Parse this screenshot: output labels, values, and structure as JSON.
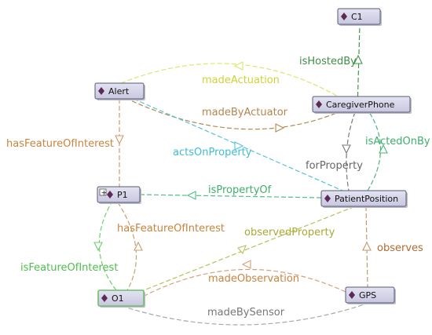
{
  "graph": {
    "nodes": [
      {
        "id": "C1",
        "label": "C1"
      },
      {
        "id": "Alert",
        "label": "Alert"
      },
      {
        "id": "CaregiverPhone",
        "label": "CaregiverPhone"
      },
      {
        "id": "P1",
        "label": "P1",
        "expander": "+"
      },
      {
        "id": "PatientPosition",
        "label": "PatientPosition"
      },
      {
        "id": "O1",
        "label": "O1",
        "selected": true
      },
      {
        "id": "GPS",
        "label": "GPS"
      }
    ],
    "edges": [
      {
        "id": "isHostedBy",
        "label": "isHostedBy",
        "color": "#3e9a4a",
        "label_color": "#3f8f47"
      },
      {
        "id": "madeActuation",
        "label": "madeActuation",
        "color": "#d9e86a",
        "label_color": "#cfd23a"
      },
      {
        "id": "madeByActuator",
        "label": "madeByActuator",
        "color": "#b08a52",
        "label_color": "#b38650"
      },
      {
        "id": "actsOnProperty",
        "label": "actsOnProperty",
        "color": "#56c2d8",
        "label_color": "#3fbcd3"
      },
      {
        "id": "isActedOnBy",
        "label": "isActedOnBy",
        "color": "#4fb57a",
        "label_color": "#3fae6c"
      },
      {
        "id": "forProperty",
        "label": "forProperty",
        "color": "#7a7a7a",
        "label_color": "#666666"
      },
      {
        "id": "hasFeatureOfInterest_alert",
        "label": "hasFeatureOfInterest",
        "color": "#d09a6a",
        "label_color": "#c8843e"
      },
      {
        "id": "isPropertyOf",
        "label": "isPropertyOf",
        "color": "#4fbf86",
        "label_color": "#3fae6c"
      },
      {
        "id": "hasFeatureOfInterest_o1",
        "label": "hasFeatureOfInterest",
        "color": "#c8a070",
        "label_color": "#c8843e"
      },
      {
        "id": "isFeatureOfInterest",
        "label": "isFeatureOfInterest",
        "color": "#6dcf6d",
        "label_color": "#4cbf4c"
      },
      {
        "id": "observedProperty",
        "label": "observedProperty",
        "color": "#b7bf5c",
        "label_color": "#a7aa35"
      },
      {
        "id": "observes",
        "label": "observes",
        "color": "#c49a6c",
        "label_color": "#b36b2e"
      },
      {
        "id": "madeObservation",
        "label": "madeObservation",
        "color": "#d0a27a",
        "label_color": "#c8843e"
      },
      {
        "id": "madeBySensor",
        "label": "madeBySensor",
        "color": "#a8a8a8",
        "label_color": "#777777"
      }
    ]
  },
  "colors": {
    "node_fill_top": "#e4e3f2",
    "node_fill_bottom": "#c9c7e0",
    "node_border": "#555b73",
    "diamond": "#5a2a55",
    "selected_border": "#6cc06c"
  }
}
